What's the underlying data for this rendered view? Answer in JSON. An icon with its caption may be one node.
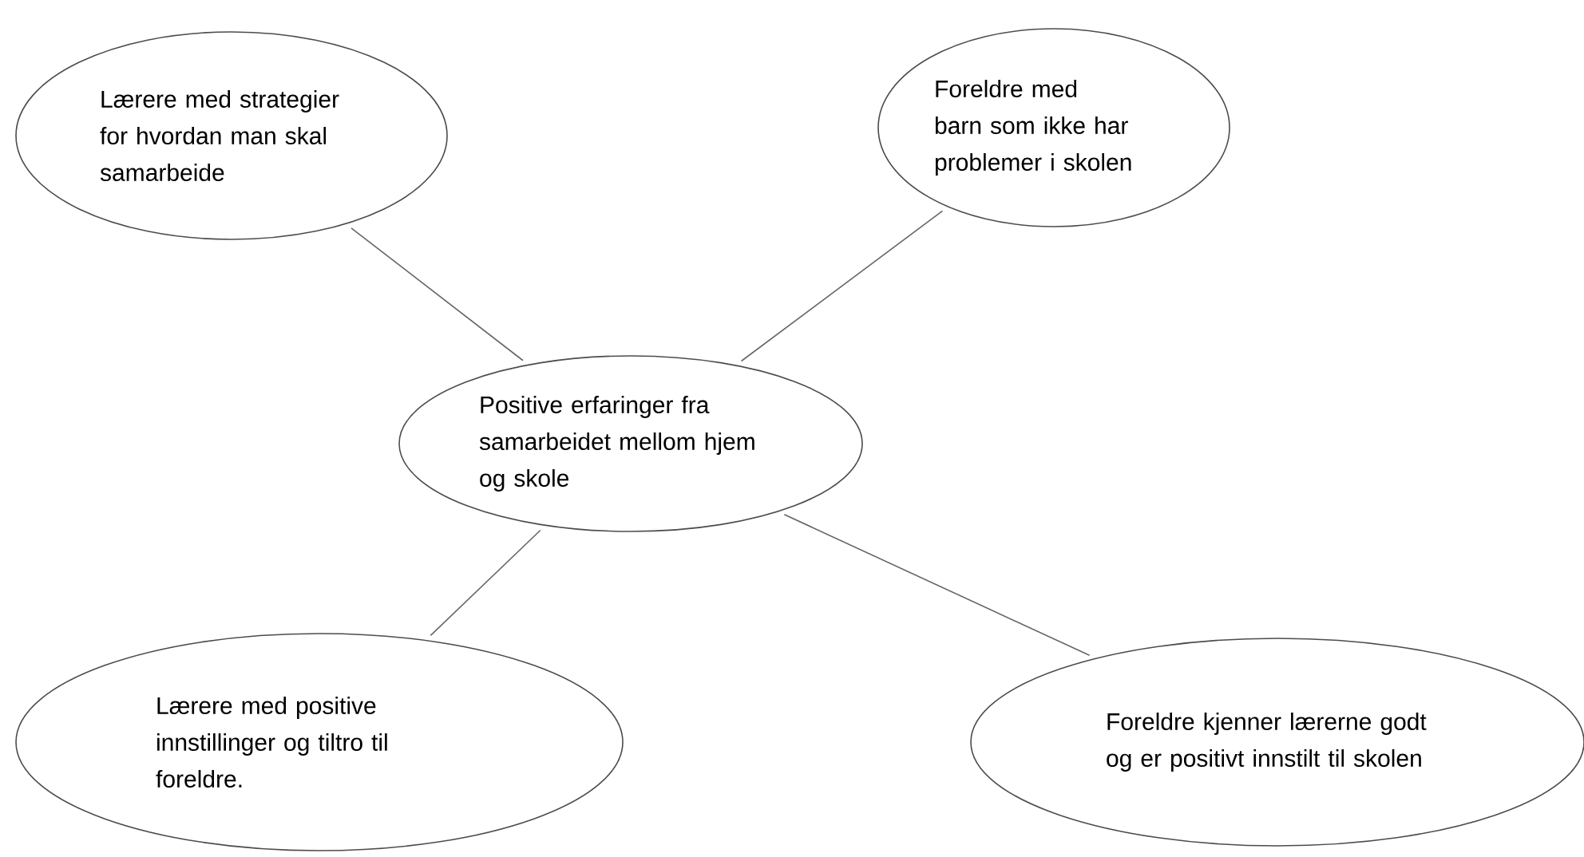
{
  "diagram": {
    "nodes": [
      {
        "text": [
          "Lærere med strategier for hvordan man skal samarbeide"
        ]
      },
      {
        "text": [
          "Foreldre med barn som ikke har problemer i skolen"
        ]
      },
      {
        "text": [
          "Positive erfaringer fra samarbeidet mellom hjem og skole"
        ]
      },
      {
        "text": [
          "Lærere med positive innstillinger og tiltro til foreldre."
        ]
      },
      {
        "text": [
          "Foreldre kjenner lærerne godt og er positivt innstilt til skolen"
        ]
      }
    ],
    "edges": [
      {
        "from": 0,
        "to": 2,
        "arrow": "none"
      },
      {
        "from": 1,
        "to": 2,
        "arrow": "none"
      },
      {
        "from": 2,
        "to": 3,
        "arrow": "none"
      },
      {
        "from": 2,
        "to": 4,
        "arrow": "none"
      }
    ]
  }
}
